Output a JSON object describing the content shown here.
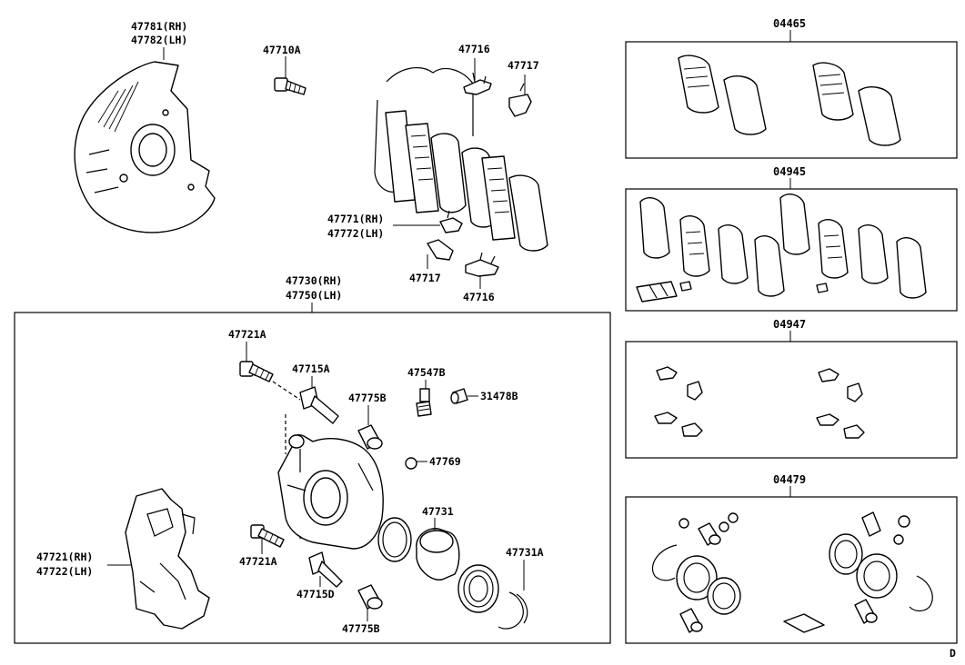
{
  "labels": {
    "p47781": "47781(RH)",
    "p47782": "47782(LH)",
    "p47710a": "47710A",
    "p47716_top": "47716",
    "p47717_top": "47717",
    "p47771": "47771(RH)",
    "p47772": "47772(LH)",
    "p47717_bot": "47717",
    "p47716_bot": "47716",
    "p47730": "47730(RH)",
    "p47750": "47750(LH)",
    "p47721a_top": "47721A",
    "p47715a": "47715A",
    "p47775b_top": "47775B",
    "p47547b": "47547B",
    "p31478b": "31478B",
    "p47769": "47769",
    "p47731": "47731",
    "p47731a": "47731A",
    "p47721": "47721(RH)",
    "p47722": "47722(LH)",
    "p47721a_bot": "47721A",
    "p47715d": "47715D",
    "p47775b_bot": "47775B"
  },
  "kits": {
    "k04465": "04465",
    "k04945": "04945",
    "k04947": "04947",
    "k04479": "04479"
  },
  "corner_mark": "D"
}
